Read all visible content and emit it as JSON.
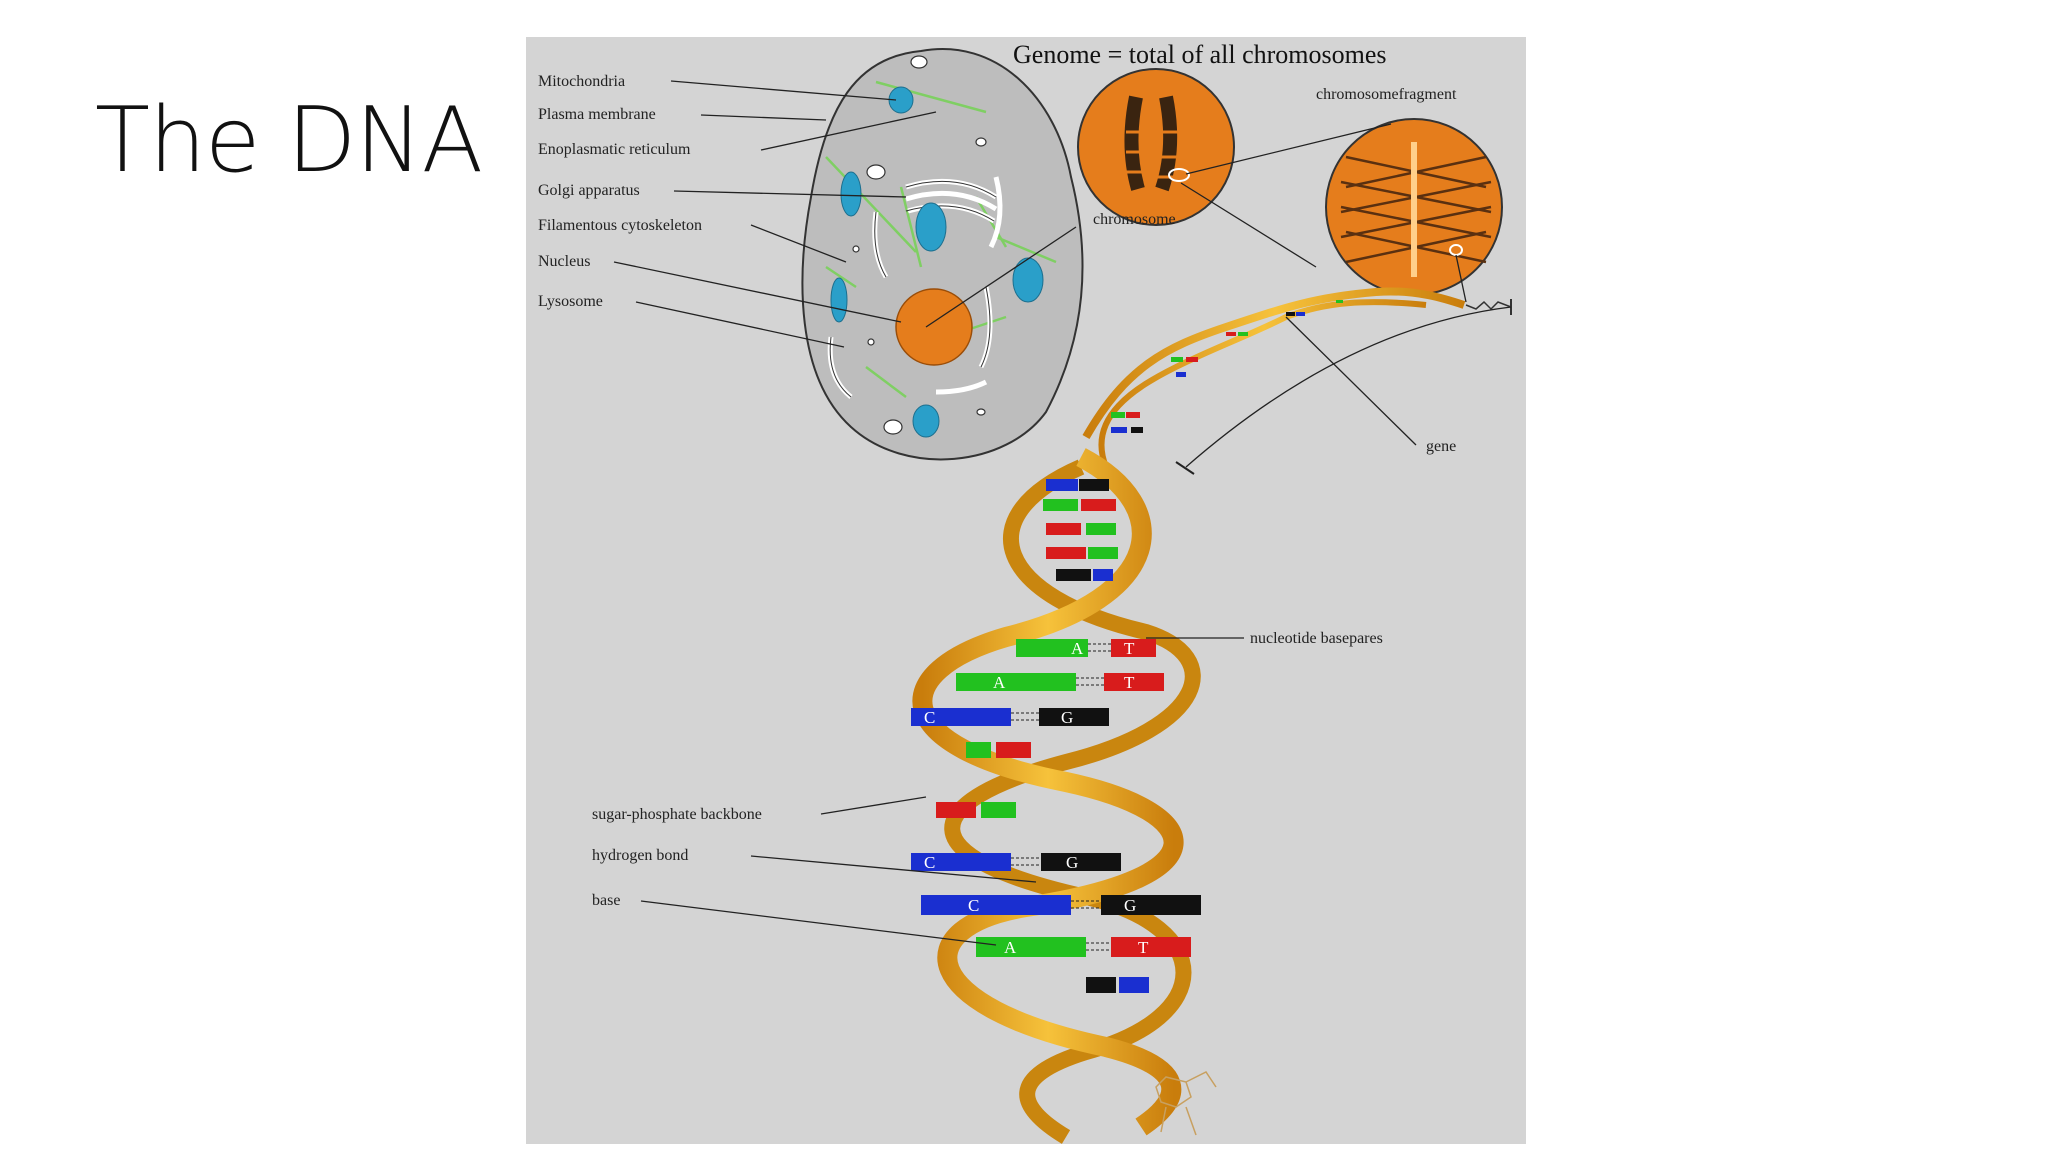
{
  "slide": {
    "title": "The DNA"
  },
  "figure": {
    "title": "Genome = total of all chromosomes",
    "cell_labels": [
      "Mitochondria",
      "Plasma membrane",
      "Enoplasmatic reticulum",
      "Golgi apparatus",
      "Filamentous cytoskeleton",
      "Nucleus",
      "Lysosome"
    ],
    "chromosome_label": "chromosome",
    "fragment_label": "chromosomefragment",
    "gene_label": "gene",
    "basepairs_label": "nucleotide basepares",
    "backbone_label": "sugar-phosphate backbone",
    "hbond_label": "hydrogen bond",
    "base_label": "base",
    "base_pairs": [
      {
        "left": "A",
        "right": "T"
      },
      {
        "left": "A",
        "right": "T"
      },
      {
        "left": "C",
        "right": "G"
      },
      {
        "left": "C",
        "right": "G"
      },
      {
        "left": "C",
        "right": "G"
      },
      {
        "left": "A",
        "right": "T"
      }
    ],
    "colors": {
      "background": "#d4d4d4",
      "cell_fill": "#bdbdbd",
      "organelle_blue": "#2a9fc9",
      "nucleus_orange": "#e57d1c",
      "strand_gold": "#e8a21a",
      "base_A": "#22c11f",
      "base_T": "#d81c1c",
      "base_C": "#1a2fd0",
      "base_G": "#111111"
    }
  }
}
